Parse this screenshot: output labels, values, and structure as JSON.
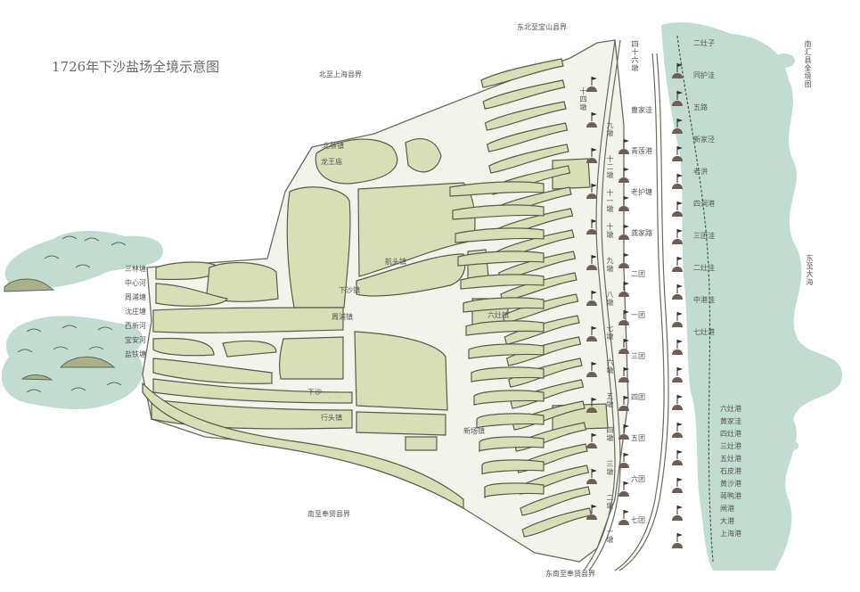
{
  "title": "1726年下沙盐场全境示意图",
  "borders": {
    "north": "北至上海县界",
    "northeast": "东北至宝山县界",
    "south": "南至奉贤县界",
    "southeast": "东南至奉贤县界",
    "east": "东至大海",
    "nanhui": "南汇县全境图"
  },
  "map_labels": {
    "left_canals": [
      "三林塘",
      "中心河",
      "周浦塘",
      "沈庄塘",
      "西新河",
      "宝安河",
      "盐铁塘"
    ],
    "center": [
      "下沙镇",
      "周浦镇",
      "北蔡镇",
      "龙王庙",
      "航头镇",
      "新场镇",
      "六灶镇",
      "下沙",
      "行头镇"
    ],
    "east_villages": [
      "曹家洼",
      "青莲港",
      "老护塘",
      "龚家路",
      "二团",
      "一团",
      "三团",
      "四团",
      "五团",
      "六团",
      "七团"
    ],
    "coast": [
      "二灶子",
      "同护洼",
      "五路",
      "新家泾",
      "老洪",
      "四洞港",
      "三团洼",
      "二灶洼",
      "中港洼",
      "七灶港",
      "六灶港",
      "黄家洼",
      "四灶港",
      "三灶港",
      "五灶港",
      "石皮港",
      "黄沙港",
      "蒋鸭港",
      "闸港",
      "大港",
      "上海港"
    ],
    "fort_labels": [
      "四十六墩",
      "十四墩",
      "九墩",
      "十二墩",
      "十一墩",
      "十墩",
      "九墩",
      "八墩",
      "七墩",
      "六墩",
      "五墩",
      "四墩",
      "三墩",
      "二墩",
      "一墩"
    ]
  },
  "colors": {
    "land": "#d8dfb6",
    "sea": "#c3dcd1",
    "outline": "#5b5b4d",
    "fort": "#6e5e55"
  }
}
